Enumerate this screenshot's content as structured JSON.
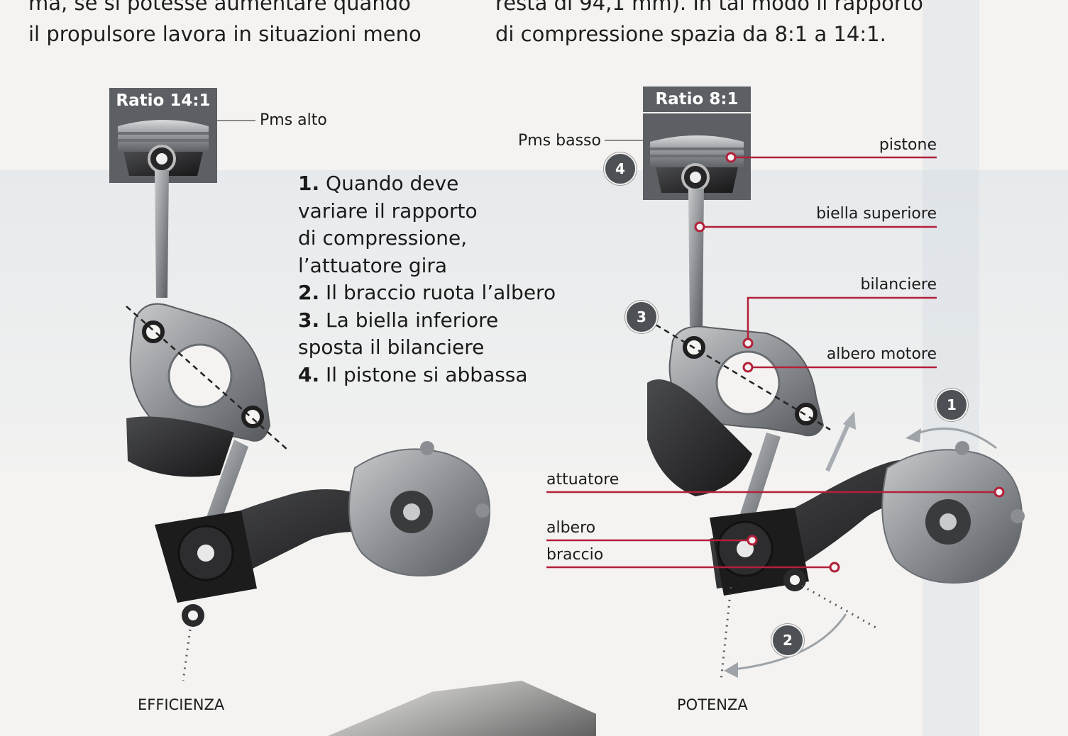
{
  "intro": {
    "left": [
      "ma, se si potesse aumentare quando",
      "il propulsore lavora in situazioni meno"
    ],
    "right": [
      "resta di 94,1 mm). In tal modo il rapporto",
      "di compressione spazia da 8:1 a 14:1."
    ]
  },
  "left_diagram": {
    "ratio": "Ratio 14:1",
    "pms_label": "Pms alto",
    "caption": "EFFICIENZA"
  },
  "right_diagram": {
    "ratio": "Ratio 8:1",
    "pms_label": "Pms basso",
    "caption": "POTENZA",
    "labels": {
      "pistone": "pistone",
      "biella_superiore": "biella superiore",
      "bilanciere": "bilanciere",
      "albero_motore": "albero motore",
      "attuatore": "attuatore",
      "albero": "albero",
      "braccio": "braccio"
    },
    "badges": [
      "1",
      "2",
      "3",
      "4"
    ]
  },
  "steps": [
    {
      "num": "1.",
      "text": "Quando deve\nvariare il rapporto\ndi compressione,\nl’attuatore gira"
    },
    {
      "num": "2.",
      "text": "Il braccio ruota l’albero"
    },
    {
      "num": "3.",
      "text": "La biella inferiore\nsposta il bilanciere"
    },
    {
      "num": "4.",
      "text": "Il pistone si abbassa"
    }
  ],
  "colors": {
    "leader_red": "#b3203a",
    "ratio_box": "#5c5f63",
    "metal_dark": "#2b2b2d",
    "metal_light": "#a9abae"
  }
}
